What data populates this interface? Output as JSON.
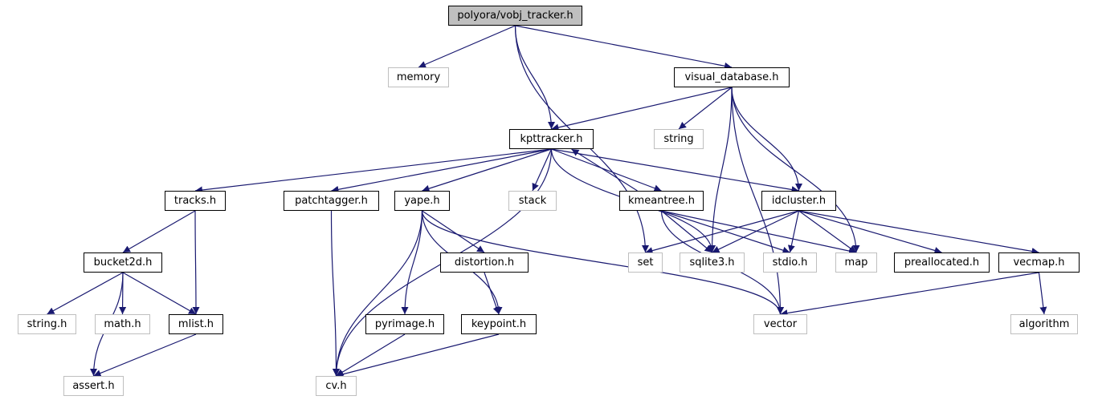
{
  "graph": {
    "edge_color": "#191970",
    "root_fill": "#bfbfbf",
    "local_border": "#000000",
    "system_border": "#bfbfbf",
    "nodes": [
      {
        "id": "vobj_tracker",
        "label": "polyora/vobj_tracker.h",
        "kind": "root"
      },
      {
        "id": "memory",
        "label": "memory",
        "kind": "sys"
      },
      {
        "id": "visual_database",
        "label": "visual_database.h",
        "kind": "local"
      },
      {
        "id": "kpttracker",
        "label": "kpttracker.h",
        "kind": "local"
      },
      {
        "id": "string",
        "label": "string",
        "kind": "sys"
      },
      {
        "id": "tracks",
        "label": "tracks.h",
        "kind": "local"
      },
      {
        "id": "patchtagger",
        "label": "patchtagger.h",
        "kind": "local"
      },
      {
        "id": "yape",
        "label": "yape.h",
        "kind": "local"
      },
      {
        "id": "stack",
        "label": "stack",
        "kind": "sys"
      },
      {
        "id": "kmeantree",
        "label": "kmeantree.h",
        "kind": "local"
      },
      {
        "id": "idcluster",
        "label": "idcluster.h",
        "kind": "local"
      },
      {
        "id": "bucket2d",
        "label": "bucket2d.h",
        "kind": "local"
      },
      {
        "id": "distortion",
        "label": "distortion.h",
        "kind": "local"
      },
      {
        "id": "set",
        "label": "set",
        "kind": "sys"
      },
      {
        "id": "sqlite3",
        "label": "sqlite3.h",
        "kind": "sys"
      },
      {
        "id": "stdio",
        "label": "stdio.h",
        "kind": "sys"
      },
      {
        "id": "map",
        "label": "map",
        "kind": "sys"
      },
      {
        "id": "preallocated",
        "label": "preallocated.h",
        "kind": "local"
      },
      {
        "id": "vecmap",
        "label": "vecmap.h",
        "kind": "local"
      },
      {
        "id": "string_h",
        "label": "string.h",
        "kind": "sys"
      },
      {
        "id": "math_h",
        "label": "math.h",
        "kind": "sys"
      },
      {
        "id": "mlist",
        "label": "mlist.h",
        "kind": "local"
      },
      {
        "id": "pyrimage",
        "label": "pyrimage.h",
        "kind": "local"
      },
      {
        "id": "keypoint",
        "label": "keypoint.h",
        "kind": "local"
      },
      {
        "id": "vector",
        "label": "vector",
        "kind": "sys"
      },
      {
        "id": "algorithm",
        "label": "algorithm",
        "kind": "sys"
      },
      {
        "id": "assert_h",
        "label": "assert.h",
        "kind": "sys"
      },
      {
        "id": "cv_h",
        "label": "cv.h",
        "kind": "sys"
      }
    ],
    "edges": [
      [
        "vobj_tracker",
        "memory"
      ],
      [
        "vobj_tracker",
        "visual_database"
      ],
      [
        "vobj_tracker",
        "kpttracker"
      ],
      [
        "vobj_tracker",
        "set"
      ],
      [
        "visual_database",
        "kpttracker"
      ],
      [
        "visual_database",
        "string"
      ],
      [
        "visual_database",
        "sqlite3"
      ],
      [
        "visual_database",
        "idcluster"
      ],
      [
        "visual_database",
        "map"
      ],
      [
        "visual_database",
        "vector"
      ],
      [
        "kpttracker",
        "tracks"
      ],
      [
        "kpttracker",
        "patchtagger"
      ],
      [
        "kpttracker",
        "yape"
      ],
      [
        "kpttracker",
        "stack"
      ],
      [
        "kpttracker",
        "kmeantree"
      ],
      [
        "kpttracker",
        "idcluster"
      ],
      [
        "kpttracker",
        "sqlite3"
      ],
      [
        "kpttracker",
        "cv_h"
      ],
      [
        "kmeantree",
        "kpttracker"
      ],
      [
        "kmeantree",
        "sqlite3"
      ],
      [
        "kmeantree",
        "stdio"
      ],
      [
        "kmeantree",
        "map"
      ],
      [
        "kmeantree",
        "vector"
      ],
      [
        "idcluster",
        "set"
      ],
      [
        "idcluster",
        "sqlite3"
      ],
      [
        "idcluster",
        "stdio"
      ],
      [
        "idcluster",
        "map"
      ],
      [
        "idcluster",
        "preallocated"
      ],
      [
        "idcluster",
        "vecmap"
      ],
      [
        "tracks",
        "bucket2d"
      ],
      [
        "tracks",
        "mlist"
      ],
      [
        "bucket2d",
        "string_h"
      ],
      [
        "bucket2d",
        "math_h"
      ],
      [
        "bucket2d",
        "mlist"
      ],
      [
        "bucket2d",
        "assert_h"
      ],
      [
        "mlist",
        "assert_h"
      ],
      [
        "patchtagger",
        "cv_h"
      ],
      [
        "yape",
        "distortion"
      ],
      [
        "yape",
        "pyrimage"
      ],
      [
        "yape",
        "keypoint"
      ],
      [
        "yape",
        "cv_h"
      ],
      [
        "yape",
        "vector"
      ],
      [
        "distortion",
        "keypoint"
      ],
      [
        "pyrimage",
        "cv_h"
      ],
      [
        "keypoint",
        "cv_h"
      ],
      [
        "vecmap",
        "vector"
      ],
      [
        "vecmap",
        "algorithm"
      ]
    ]
  }
}
